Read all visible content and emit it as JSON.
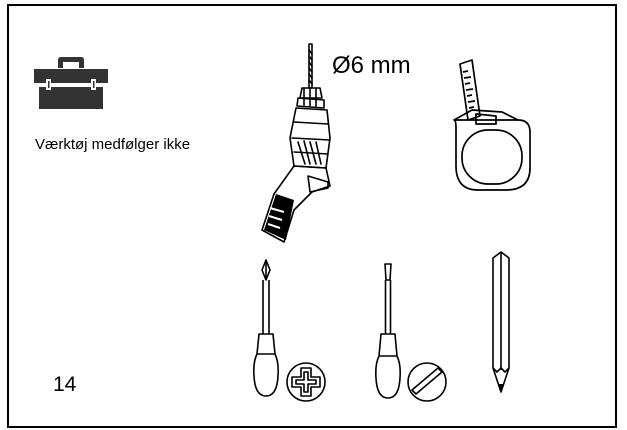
{
  "note": "Værktøj medfølger ikke",
  "drill_size_label": "Ø6 mm",
  "page_number": "14",
  "icons": [
    "toolbox-icon",
    "drill-icon",
    "tape-measure-icon",
    "phillips-screwdriver-icon",
    "phillips-screw-head-icon",
    "flathead-screwdriver-icon",
    "slotted-screw-head-icon",
    "pencil-icon"
  ],
  "colors": {
    "toolbox": "#333333",
    "lines": "#000000"
  }
}
